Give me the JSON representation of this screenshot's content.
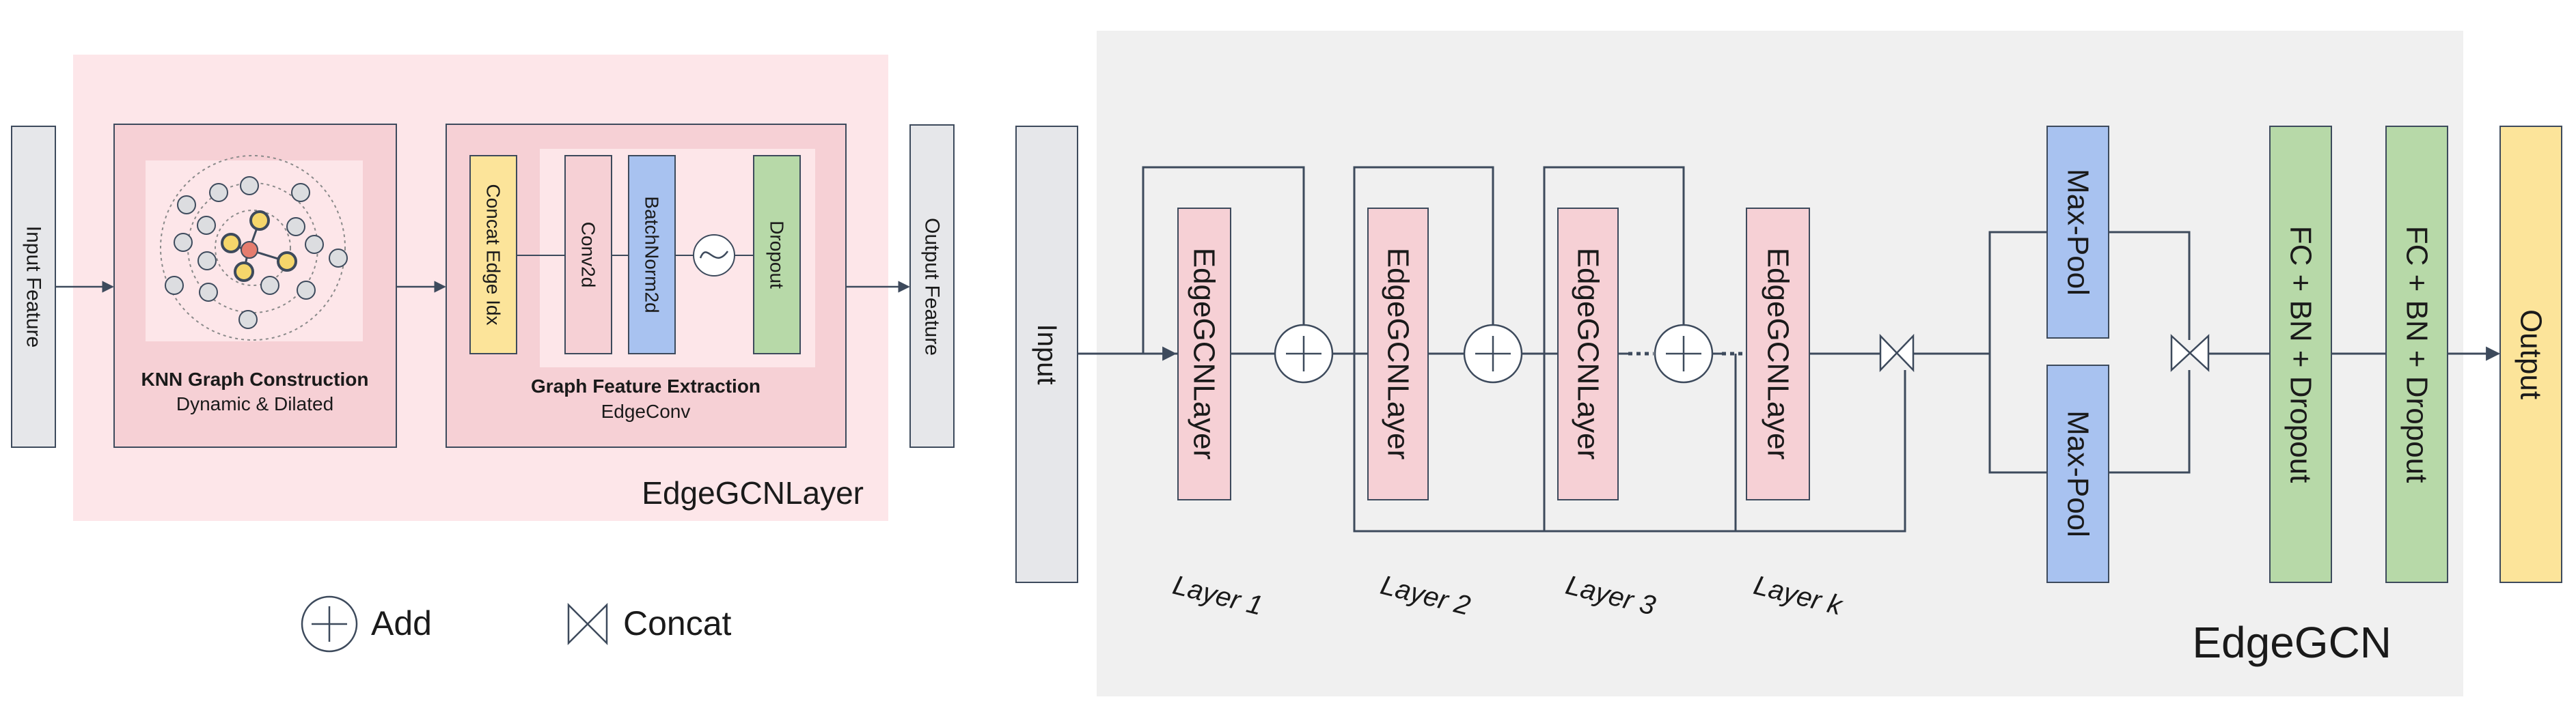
{
  "left_panel": {
    "title": "EdgeGCNLayer",
    "input_label": "Input Feature",
    "output_label": "Output Feature",
    "knn_title": "KNN Graph Construction",
    "knn_subtitle": "Dynamic & Dilated",
    "gfe_title": "Graph Feature Extraction",
    "gfe_subtitle": "EdgeConv",
    "ops": [
      "Concat Edge Idx",
      "Conv2d",
      "BatchNorm2d",
      "Dropout"
    ]
  },
  "legend": {
    "add_label": "Add",
    "concat_label": "Concat"
  },
  "right_panel": {
    "title": "EdgeGCN",
    "input_label": "Input",
    "output_label": "Output",
    "layer_block_label": "EdgeGCNLayer",
    "layer_labels": [
      "Layer 1",
      "Layer 2",
      "Layer 3",
      "Layer k"
    ],
    "pool_label": "Max-Pool",
    "fc_label": "FC + BN + Dropout"
  },
  "colors": {
    "pink_panel": "#fde6e9",
    "pink_box": "#f6d0d5",
    "gray_panel": "#f0f0f0",
    "gray_box": "#e6e7ea",
    "blue": "#a8c2f0",
    "green": "#b7d9a8",
    "yellow": "#fce49a",
    "line": "#3d4a5c"
  }
}
